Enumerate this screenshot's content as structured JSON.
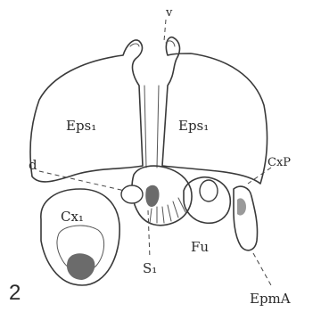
{
  "figure": {
    "number": "2",
    "labels": {
      "v": "v",
      "eps_left": "Eps₁",
      "eps_right": "Eps₁",
      "d": "d",
      "cx": "Cx₁",
      "cxp": "CxP",
      "fu": "Fu",
      "s": "S₁",
      "epma": "EpmA"
    }
  }
}
